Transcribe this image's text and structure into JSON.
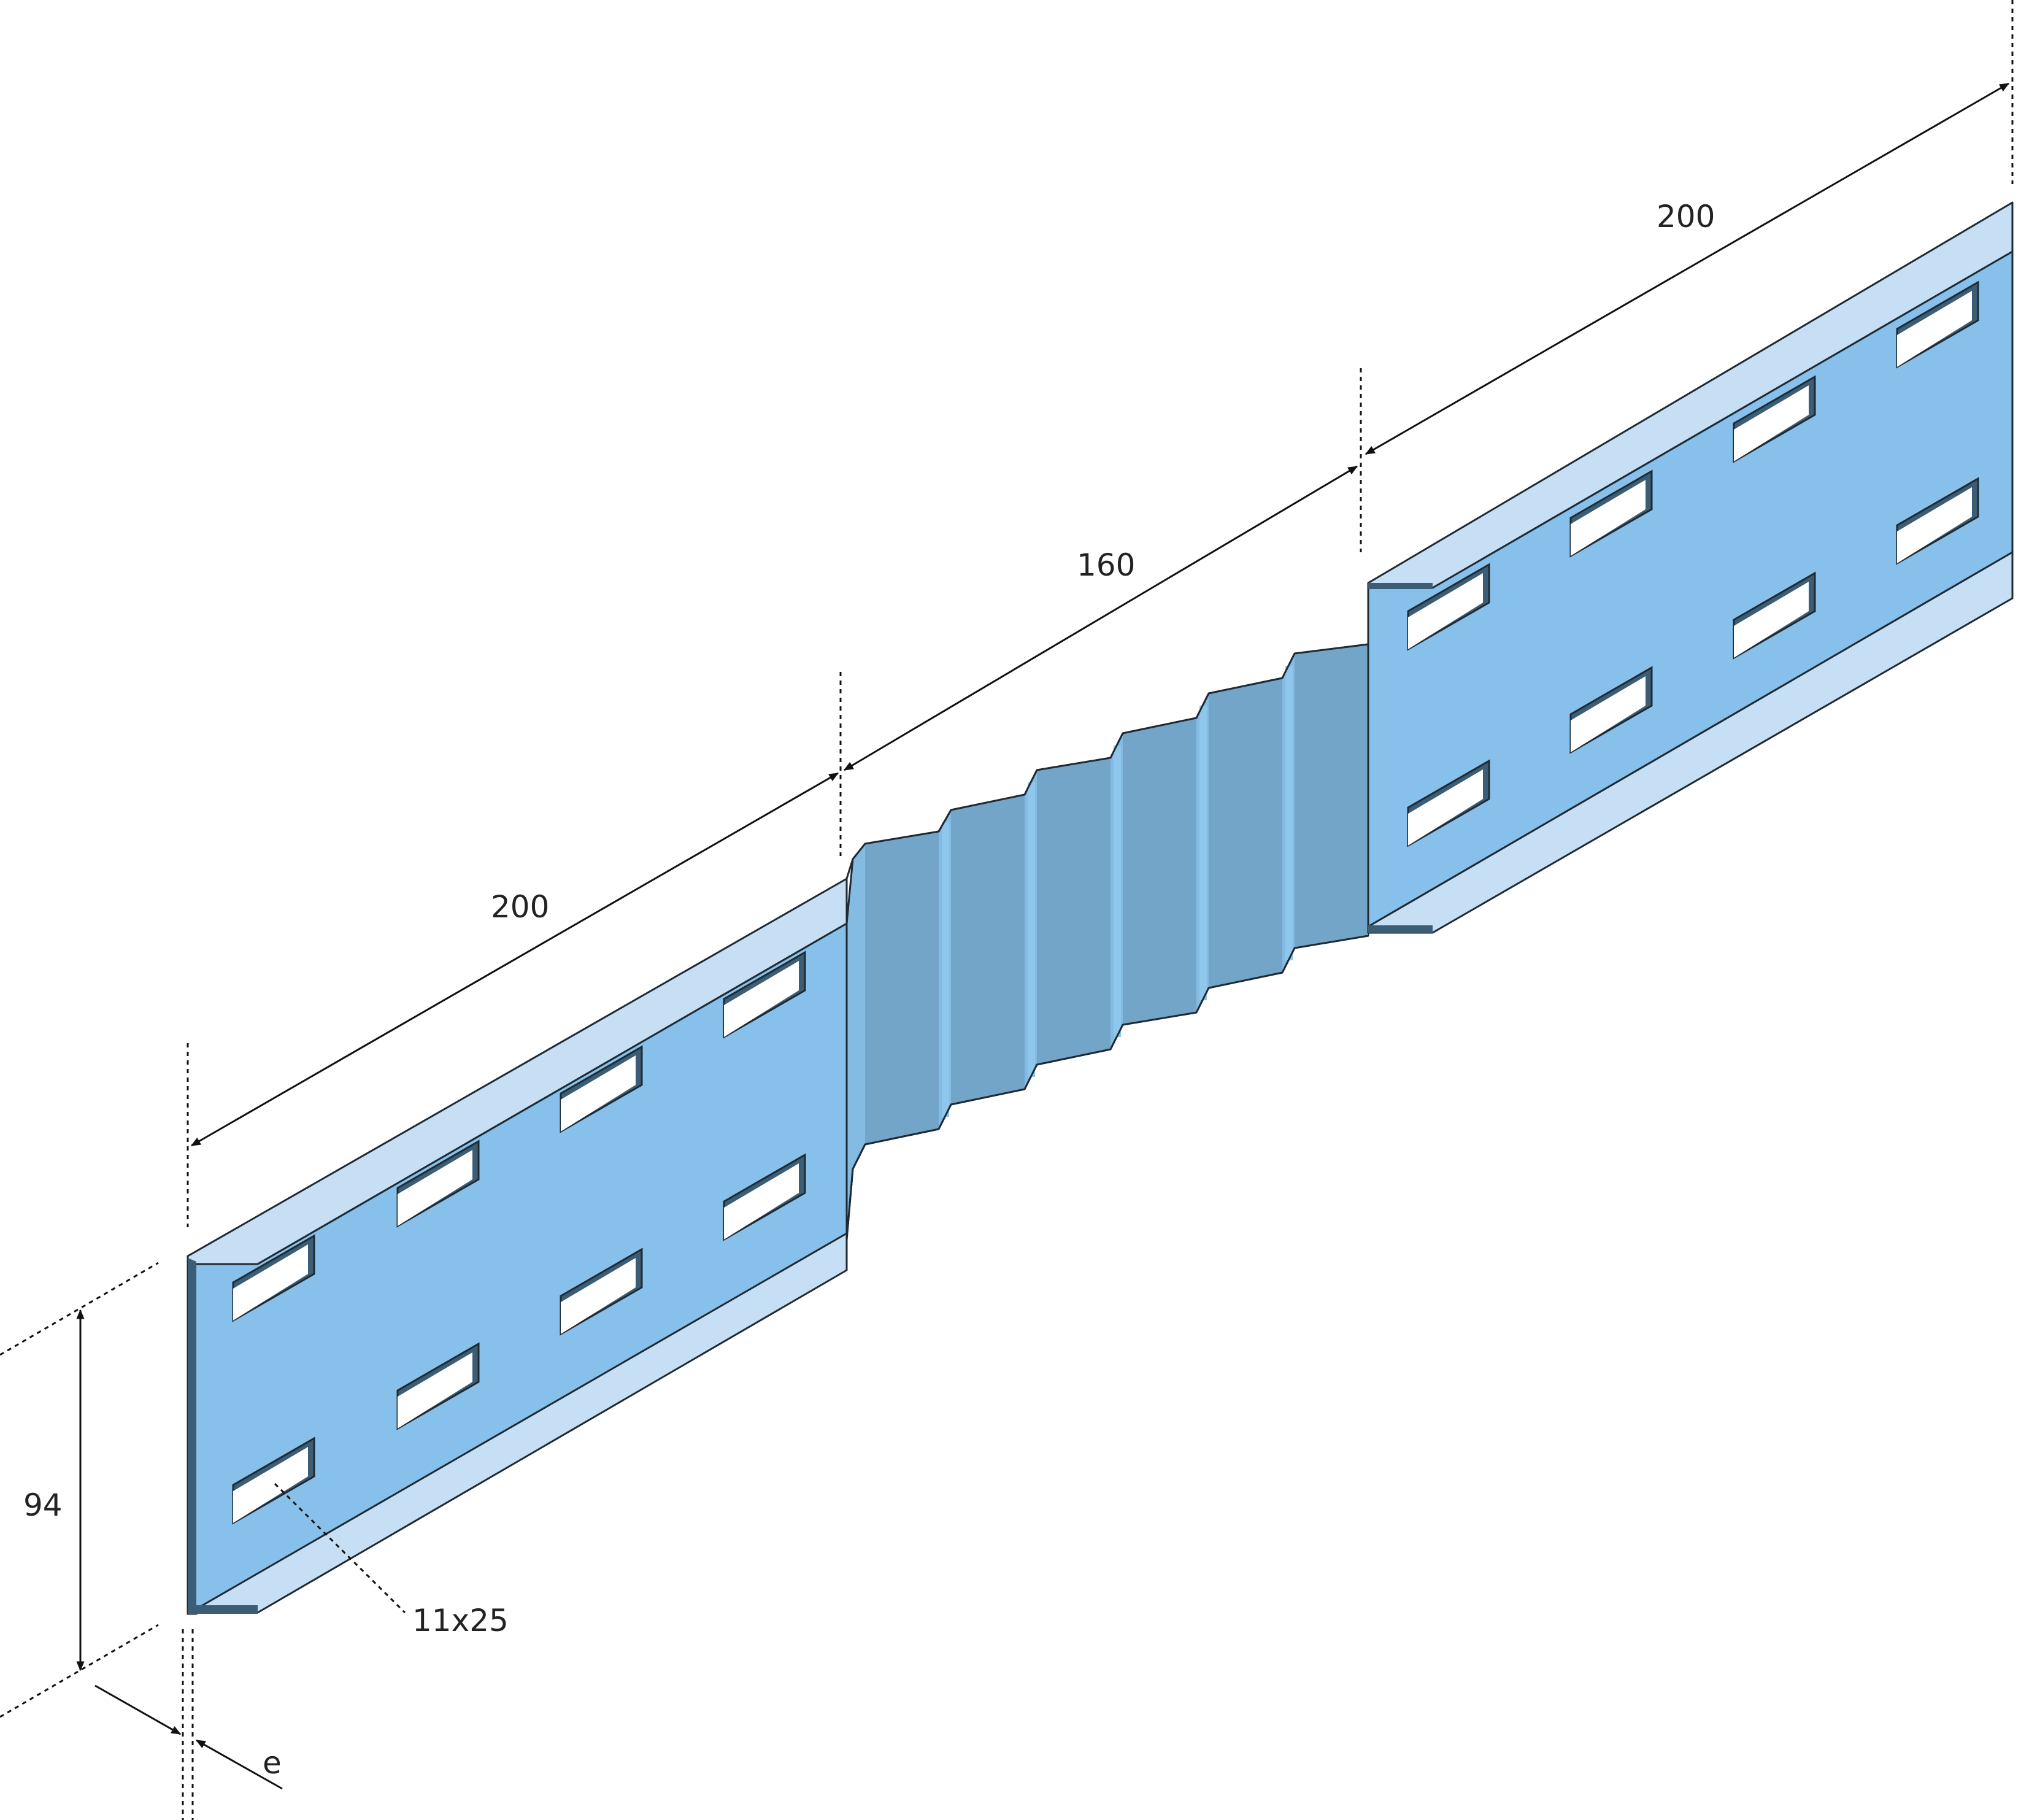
{
  "dimensions": {
    "left_length": "200",
    "middle_length": "160",
    "right_length": "200",
    "height": "94",
    "slot_size": "11x25",
    "thickness": "e"
  },
  "colors": {
    "web": "#87c0ea",
    "flange": "#c7dff5",
    "edge_dark": "#3c5d76",
    "corrugation_dark": "#73a5c9",
    "corrugation_light": "#8fc6ec",
    "line": "#111111"
  }
}
